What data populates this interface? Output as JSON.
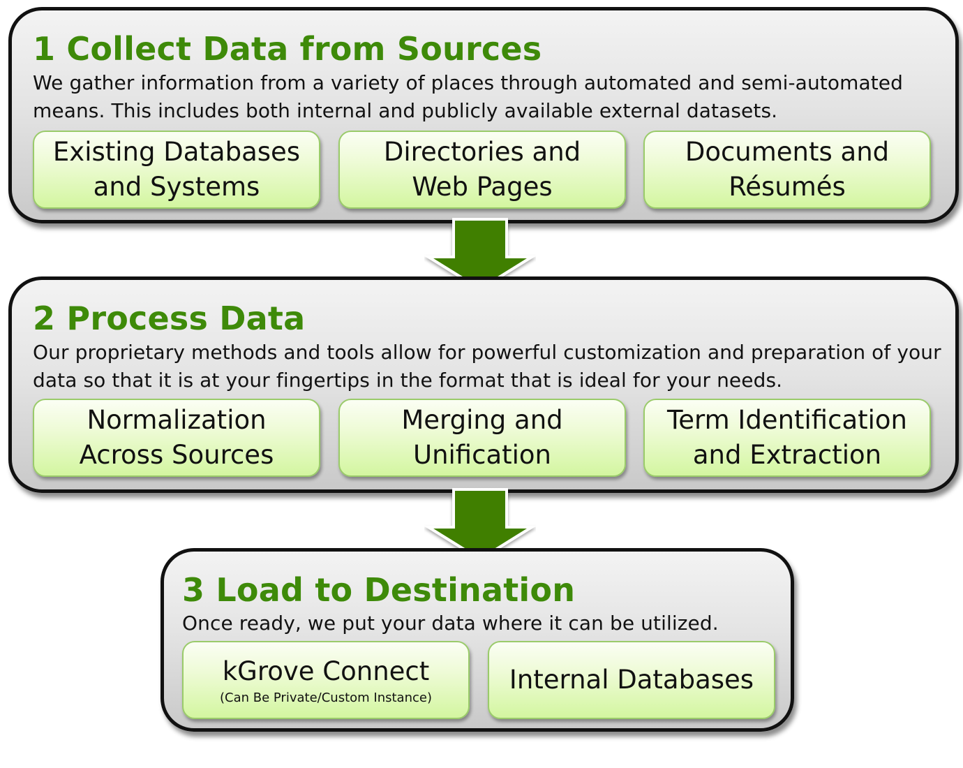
{
  "steps": [
    {
      "title": "1 Collect Data from Sources",
      "description": "We gather information from a variety of places through automated and semi-automated means. This includes both internal and publicly available external datasets.",
      "boxes": [
        {
          "label": "Existing Databases\nand Systems"
        },
        {
          "label": "Directories and\nWeb Pages"
        },
        {
          "label": "Documents and\nRésumés"
        }
      ]
    },
    {
      "title": "2 Process Data",
      "description": "Our proprietary methods and tools allow for powerful customization and preparation of your data so that it is at your fingertips in the format that is ideal for your needs.",
      "boxes": [
        {
          "label": "Normalization\nAcross Sources"
        },
        {
          "label": "Merging and\nUnification"
        },
        {
          "label": "Term Identification\nand Extraction"
        }
      ]
    },
    {
      "title": "3 Load to Destination",
      "description": "Once ready, we put your data where it can be utilized.",
      "boxes": [
        {
          "label": "kGrove Connect",
          "sublabel": "(Can Be Private/Custom Instance)"
        },
        {
          "label": "Internal Databases"
        }
      ]
    }
  ],
  "colors": {
    "title_green": "#3e8a09",
    "arrow_green": "#3f7f00",
    "panel_border": "#111111",
    "box_border": "#9acb6a"
  },
  "icons": [
    "down-arrow-icon"
  ]
}
